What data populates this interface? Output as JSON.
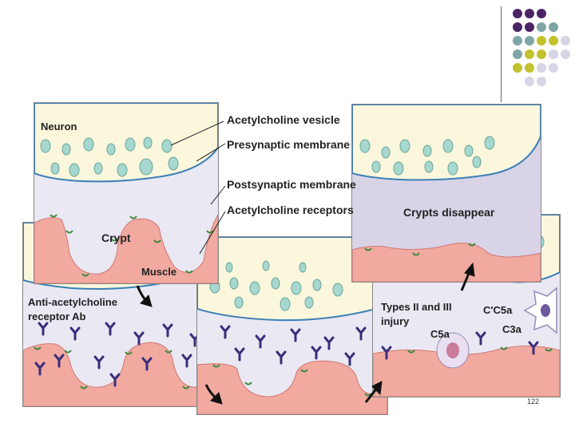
{
  "labels": {
    "neuron": "Neuron",
    "crypt": "Crypt",
    "muscle": "Muscle",
    "ach_vesicle": "Acetylcholine vesicle",
    "presynaptic": "Presynaptic membrane",
    "postsynaptic": "Postsynaptic membrane",
    "ach_receptors": "Acetylcholine receptors",
    "crypts_disappear": "Crypts disappear",
    "anti_ab_line1": "Anti-acetylcholine",
    "anti_ab_line2": "receptor Ab",
    "types_line1": "Types II and III",
    "types_line2": "injury",
    "c5a": "C5a",
    "c5a_complex": "C'C5a",
    "c3a": "C3a"
  },
  "slide_number": "122",
  "colors": {
    "neuron_fill": "#fbf7dc",
    "membrane": "#3b7fb6",
    "vesicle": "#a6d8cf",
    "muscle": "#f1a9a0",
    "receptor": "#3e8a3e",
    "antibody": "#3a2e7a",
    "cleft": "#e9e8f3",
    "cleft_late": "#d9d3e8",
    "decor_purple": "#4b2466",
    "decor_teal": "#7fa6a6",
    "decor_olive": "#c3c12c",
    "decor_lavender": "#d7d5e6"
  }
}
